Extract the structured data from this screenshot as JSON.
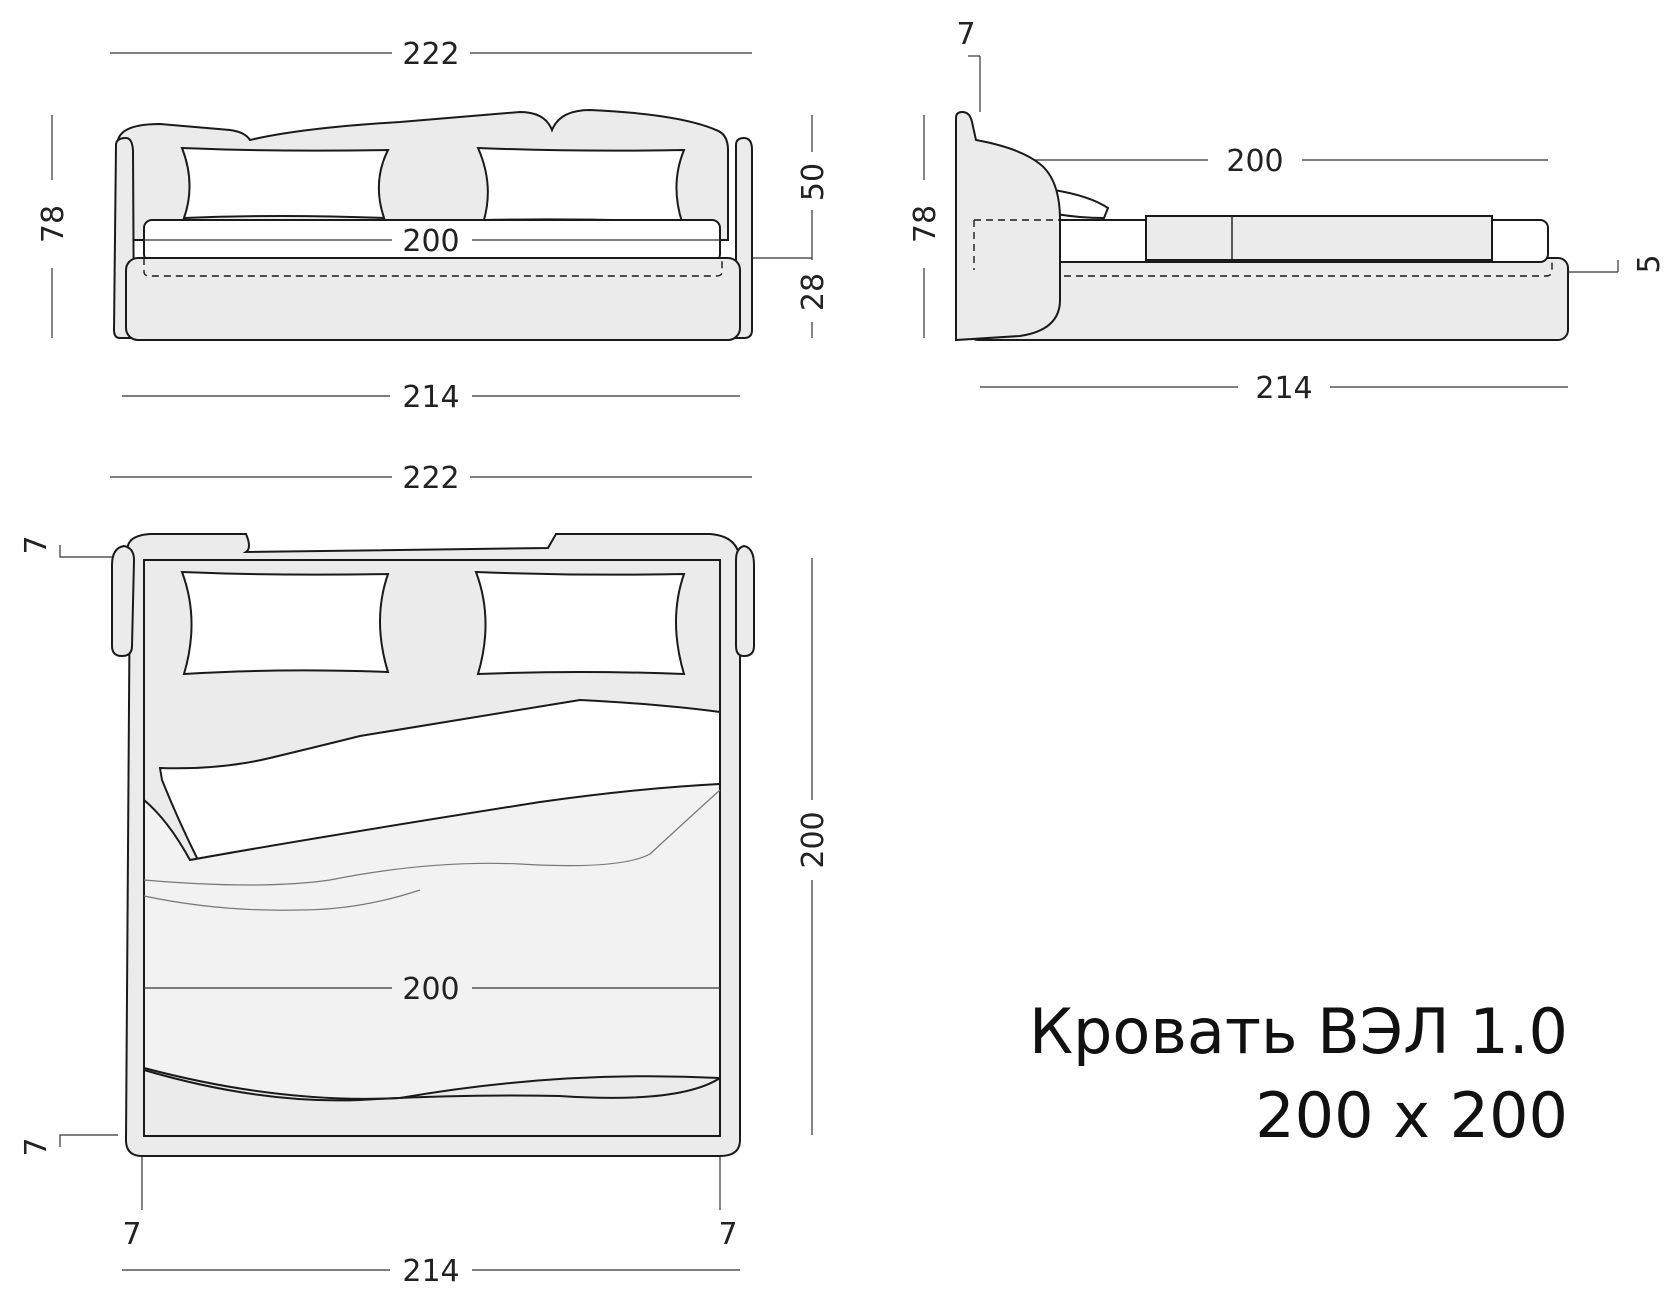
{
  "title": {
    "line1": "Кровать ВЭЛ 1.0",
    "line2": "200 x 200"
  },
  "front_view": {
    "overall_width": "222",
    "base_width": "214",
    "overall_height": "78",
    "headboard_height": "50",
    "base_height": "28",
    "mattress_width": "200"
  },
  "side_view": {
    "headboard_thickness": "7",
    "overall_height": "78",
    "mattress_length": "200",
    "platform_step": "5",
    "base_length": "214"
  },
  "top_view": {
    "overall_width": "222",
    "base_width": "214",
    "length": "200",
    "mattress_width": "200",
    "frame_top": "7",
    "frame_bottom": "7",
    "frame_left": "7",
    "frame_right": "7"
  },
  "colors": {
    "line": "#1a1a1a",
    "fill_upholstery": "#ebebeb",
    "fill_bedding": "#ffffff",
    "dim_line": "#333333"
  }
}
